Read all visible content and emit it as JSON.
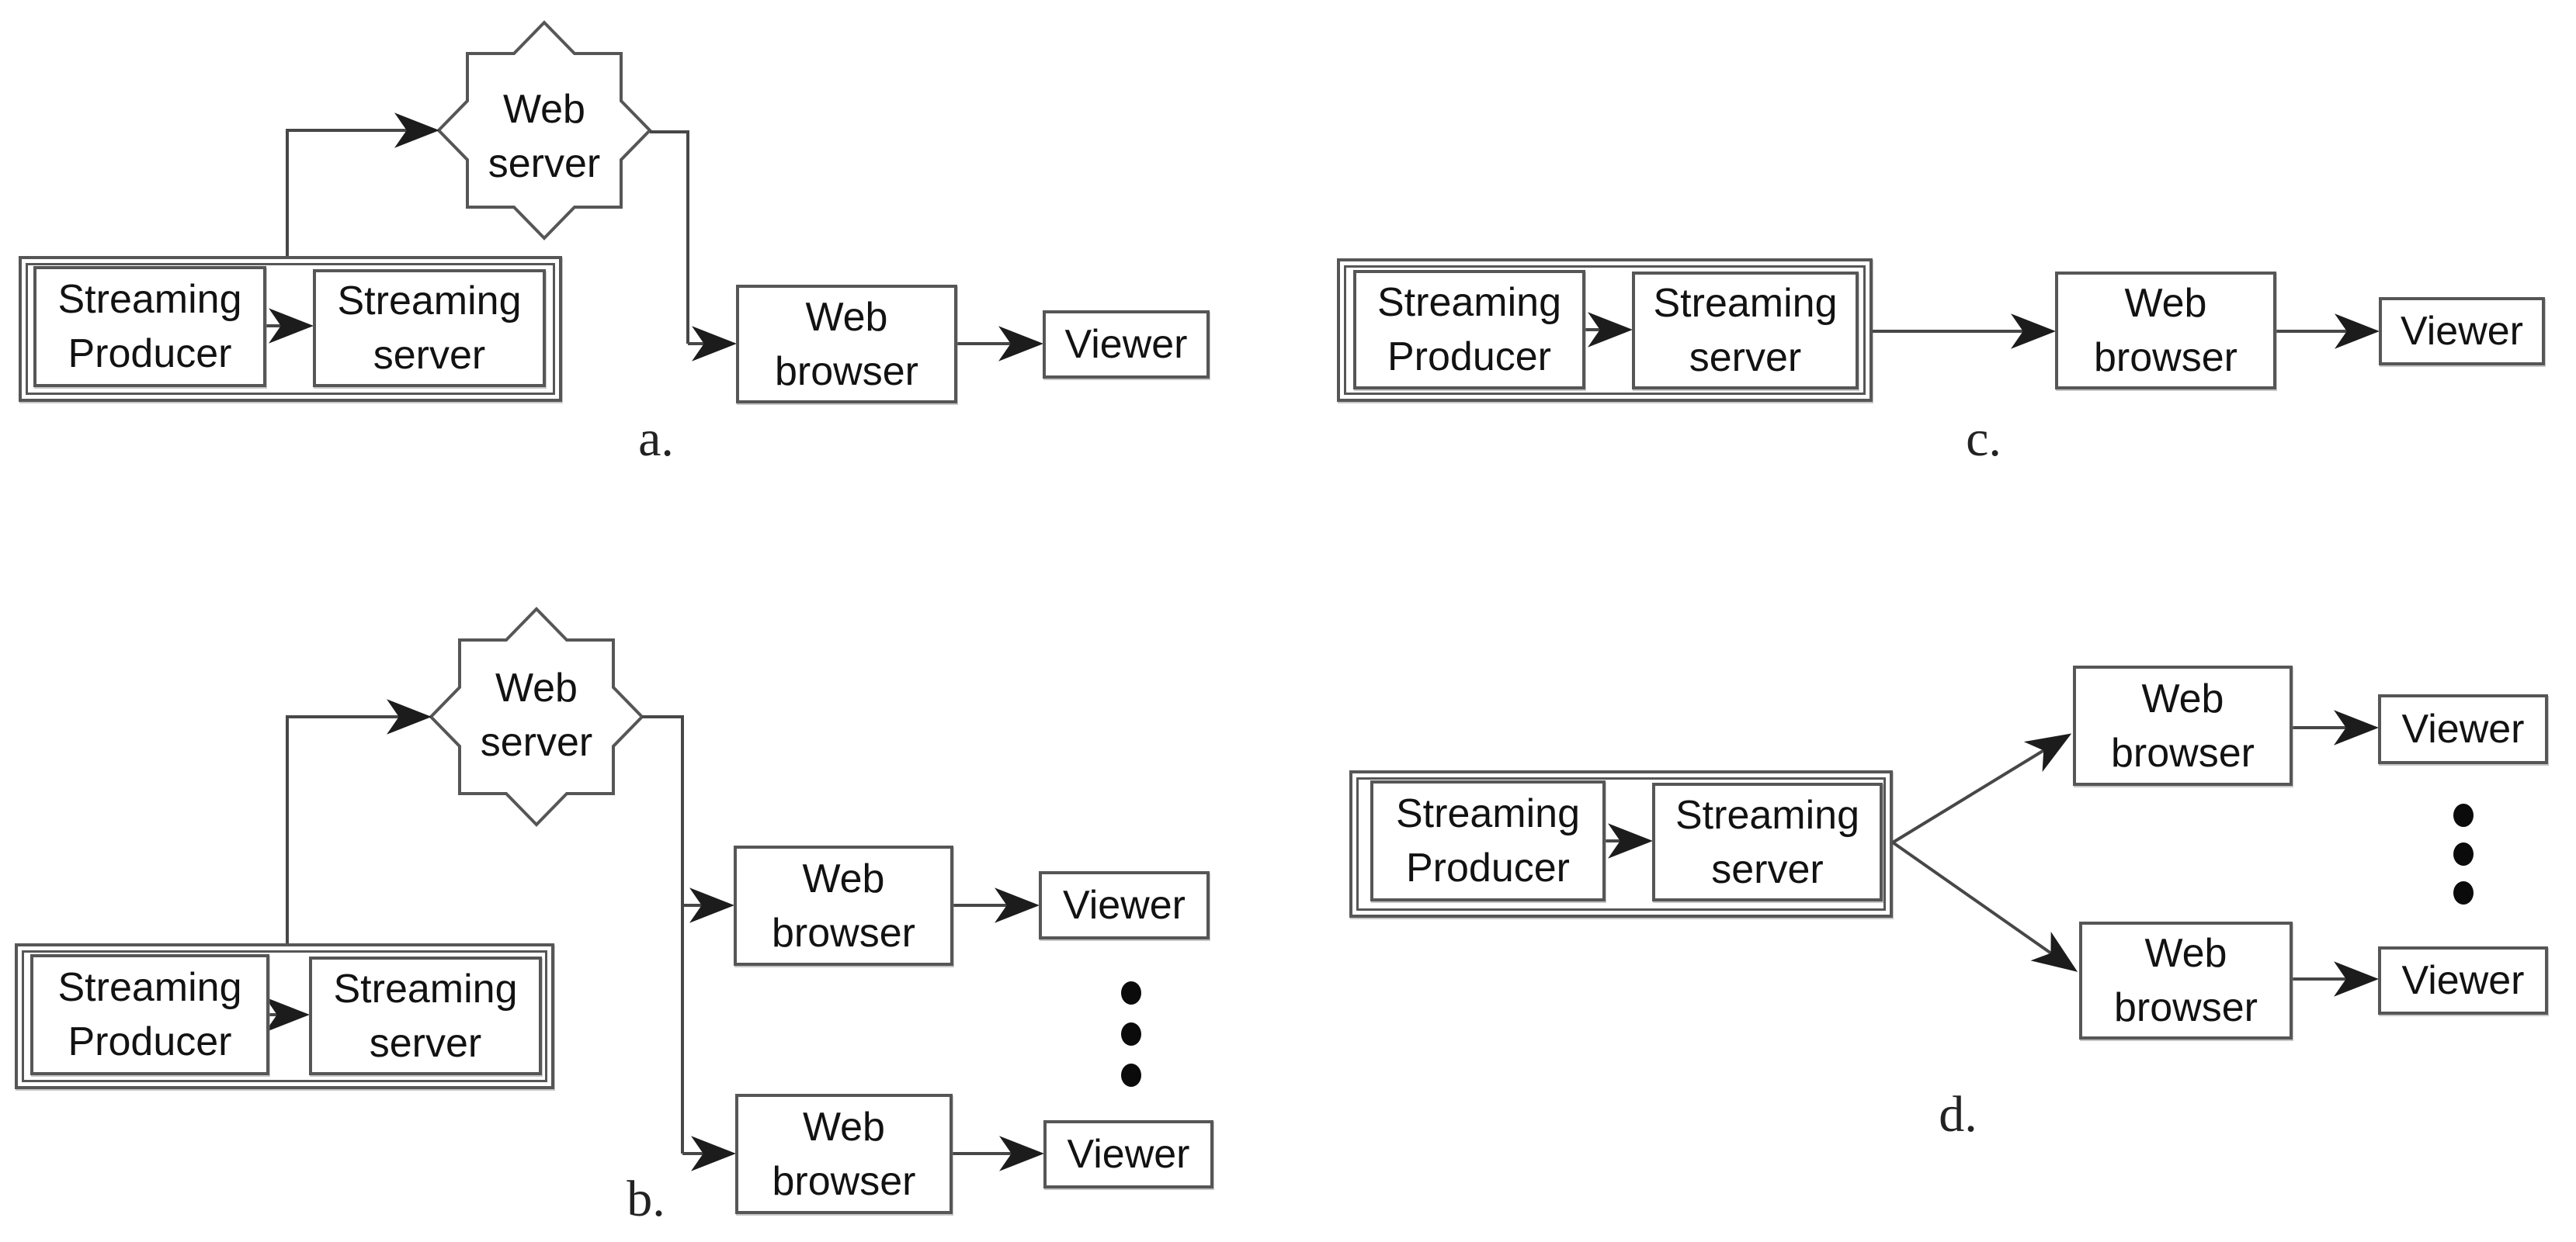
{
  "figure": {
    "background": "#ffffff",
    "kind": "streaming-architecture-variants"
  },
  "colors": {
    "box_border": "#565656",
    "connector": "#474747",
    "arrowhead": "#1c1c1c",
    "text": "#121212",
    "caption_text": "#222222",
    "dot": "#0b0b0b"
  },
  "labels": {
    "streaming": "Streaming",
    "producer": "Producer",
    "server": "server",
    "web": "Web",
    "browser": "browser",
    "viewer": "Viewer"
  },
  "diagrams": [
    {
      "caption": "a.",
      "nodes": [
        "Streaming Producer",
        "Streaming server",
        "Web server",
        "Web browser",
        "Viewer"
      ],
      "has_ellipsis": false
    },
    {
      "caption": "b.",
      "nodes": [
        "Streaming Producer",
        "Streaming server",
        "Web server",
        "Web browser",
        "Web browser",
        "Viewer",
        "Viewer"
      ],
      "has_ellipsis": true
    },
    {
      "caption": "c.",
      "nodes": [
        "Streaming Producer",
        "Streaming server",
        "Web browser",
        "Viewer"
      ],
      "has_ellipsis": false
    },
    {
      "caption": "d.",
      "nodes": [
        "Streaming Producer",
        "Streaming server",
        "Web browser",
        "Web browser",
        "Viewer",
        "Viewer"
      ],
      "has_ellipsis": true
    }
  ]
}
